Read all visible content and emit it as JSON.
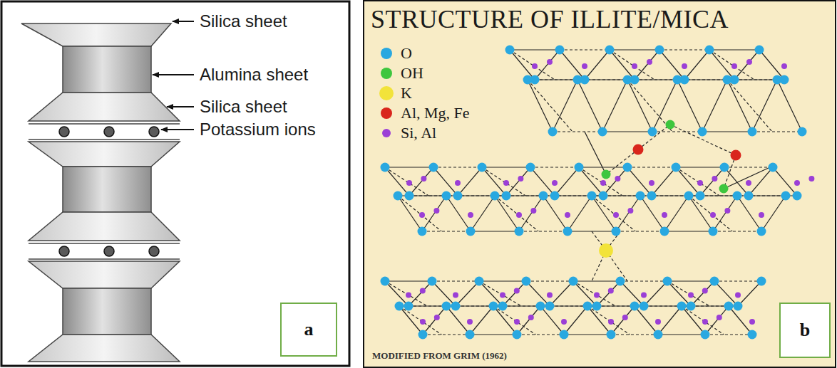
{
  "diagram": {
    "title": "STRUCTURE OF ILLITE/MICA",
    "caption": "MODIFIED FROM GRIM (1962)",
    "nodes": [
      {
        "text": [
          "a"
        ]
      },
      {
        "text": [
          "b"
        ]
      }
    ],
    "labels": [
      "Silica sheet",
      "Alumina sheet",
      "Silica sheet",
      "Potassium ions"
    ],
    "legend": [
      {
        "text": "O",
        "color": "#29a8e0"
      },
      {
        "text": "OH",
        "color": "#3ec63e"
      },
      {
        "text": "K",
        "color": "#f2e33a"
      },
      {
        "text": "Al, Mg, Fe",
        "color": "#d9261c"
      },
      {
        "text": "Si, Al",
        "color": "#9b3fd6"
      }
    ]
  }
}
